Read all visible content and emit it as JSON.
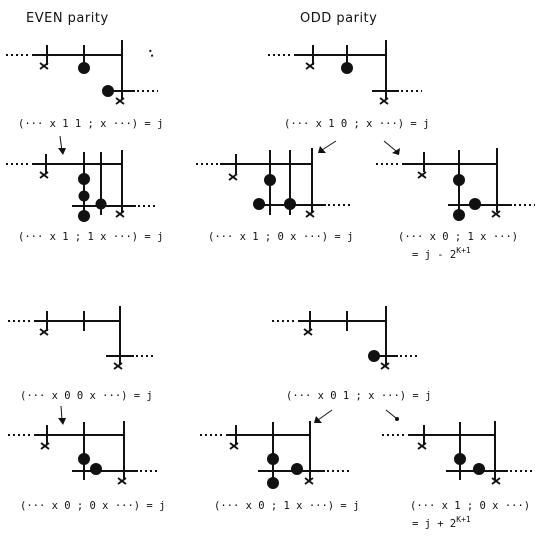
{
  "headers": {
    "even": "EVEN parity",
    "odd": "ODD parity"
  },
  "labels": {
    "e1": "(··· x 1 1 ; x ···) = j",
    "o1": "(··· x 1 0 ; x ···) = j",
    "e2": "(··· x 1 ; 1 x ···) = j",
    "o2a": "(··· x 1 ; 0 x ···) = j",
    "o2b_line1": "(··· x 0 ; 1 x ···)",
    "o2b_line2": "= j - 2",
    "o2b_sup": "K+1",
    "e3": "(··· x 0 0 x ···) = j",
    "o3": "(··· x 0 1 ; x ···) = j",
    "e4": "(··· x 0 ; 0 x ···) = j",
    "o4a": "(··· x 0 ; 1 x ···) = j",
    "o4b_line1": "(··· x 1 ; 0 x ···)",
    "o4b_line2": "= j + 2",
    "o4b_sup": "K+1"
  }
}
